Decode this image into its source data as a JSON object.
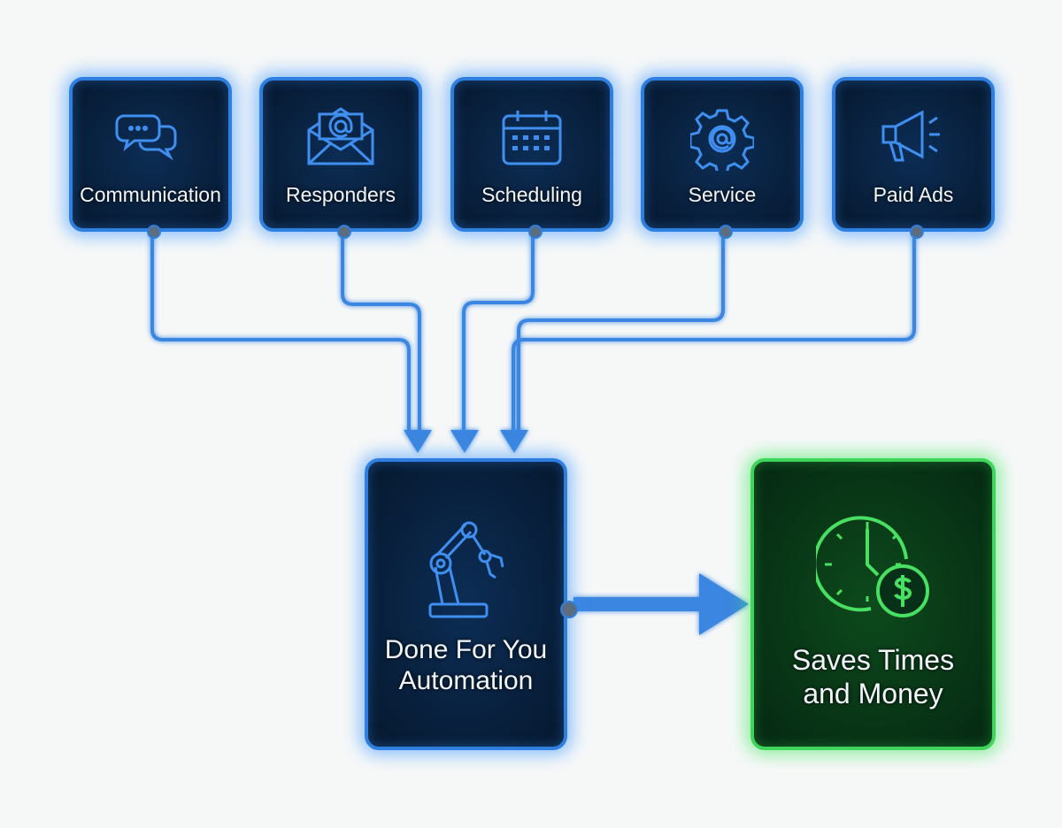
{
  "inputs": [
    {
      "label": "Communication",
      "icon": "chat-bubbles-icon"
    },
    {
      "label": "Responders",
      "icon": "email-at-icon"
    },
    {
      "label": "Scheduling",
      "icon": "calendar-icon"
    },
    {
      "label": "Service",
      "icon": "gear-icon"
    },
    {
      "label": "Paid Ads",
      "icon": "megaphone-icon"
    }
  ],
  "center": {
    "label_line1": "Done For You",
    "label_line2": "Automation",
    "icon": "robot-arm-icon"
  },
  "result": {
    "label_line1": "Saves Times",
    "label_line2": "and Money",
    "icon": "clock-dollar-icon"
  },
  "colors": {
    "blue": "#2f7fe0",
    "green": "#3fd45a",
    "background": "#f6f8f8"
  }
}
